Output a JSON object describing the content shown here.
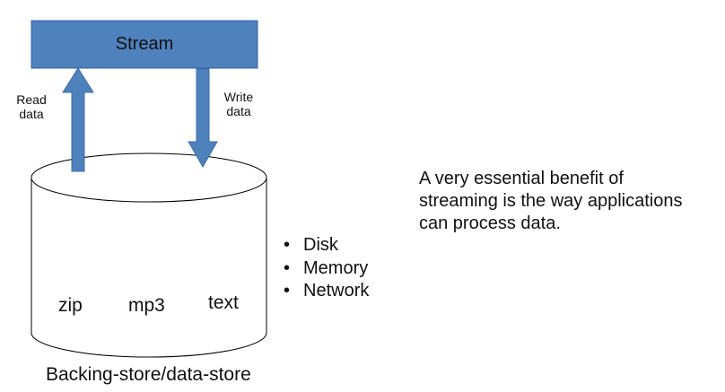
{
  "colors": {
    "fill": "#4f81bd",
    "stroke": "#3e6ea6",
    "text": "#111111",
    "cylinder_stroke": "#000000"
  },
  "stream": {
    "label": "Stream"
  },
  "arrows": {
    "read": {
      "line1": "Read",
      "line2": "data"
    },
    "write": {
      "line1": "Write",
      "line2": "data"
    }
  },
  "store": {
    "formats": [
      "zip",
      "mp3",
      "text"
    ],
    "caption": "Backing-store/data-store"
  },
  "storage_types": {
    "bullet": "•",
    "items": [
      "Disk",
      "Memory",
      "Network"
    ]
  },
  "benefit": {
    "lines": [
      "A very essential benefit of",
      "streaming is the way applications",
      "can process data."
    ]
  }
}
